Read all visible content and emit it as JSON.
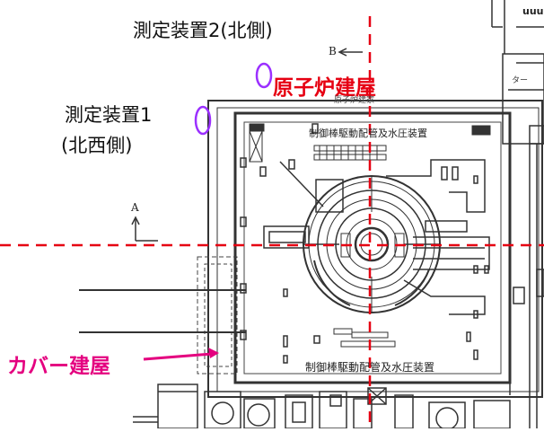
{
  "labels": {
    "device2": "測定装置2(北側)",
    "device1_line1": "測定装置1",
    "device1_line2": "(北西側)",
    "reactor_building": "原子炉建屋",
    "cover_building": "カバー建屋",
    "plan_reactor_title": "原子炉建家",
    "turbine": "ター",
    "plan_top_label": "制御棒駆動配管及水圧装置",
    "plan_bottom_label": "制御棒駆動配管及水圧装置",
    "direction_a": "A",
    "direction_b": "B",
    "top_right_text": "uuu"
  },
  "colors": {
    "red": "#e60012",
    "magenta": "#e4007f",
    "circle": "#9b30ff",
    "plan_line": "#333333"
  }
}
